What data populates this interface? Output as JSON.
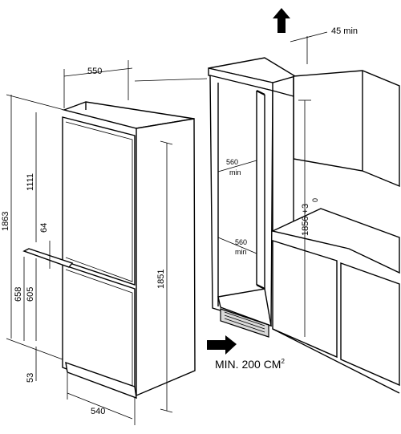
{
  "dims": {
    "width_top": "550",
    "depth_bottom": "540",
    "total_height": "1863",
    "appliance_height": "1851",
    "upper_door": "1111",
    "gap": "64",
    "lower_658": "658",
    "lower_605": "605",
    "base": "53",
    "top_clearance": "45 min",
    "niche_height": "1856 +3",
    "niche_height_tol": "0",
    "niche_width_upper": "560",
    "niche_width_upper_min": "min",
    "niche_width_lower": "560",
    "niche_width_lower_min": "min"
  },
  "vent_note": "MIN. 200 CM",
  "vent_note_sup": "2",
  "colors": {
    "line": "#000000",
    "shade": "#d9d9d9",
    "background": "#ffffff"
  }
}
